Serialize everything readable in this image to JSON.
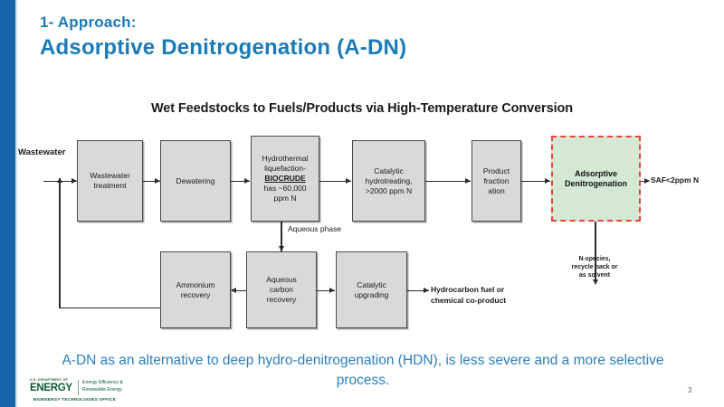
{
  "slide": {
    "title_line1": "1- Approach:",
    "title_line2": "Adsorptive Denitrogenation (A-DN)",
    "accent_color": "#1565a8",
    "title_color": "#1b7bb8",
    "number": "3"
  },
  "diagram": {
    "title": "Wet Feedstocks to Fuels/Products via High-Temperature Conversion",
    "input_label": "Wastewater",
    "boxes": [
      {
        "id": "wastewater-treatment",
        "label": "Wastewater treatment",
        "fill": "#d9d9d9"
      },
      {
        "id": "dewatering",
        "label": "Dewatering",
        "fill": "#d9d9d9"
      },
      {
        "id": "hydrothermal-liquefaction",
        "line1": "Hydrothermal",
        "line2": "liquefaction-",
        "line3": "BIOCRUDE",
        "line4": "has ~60,000",
        "line5": "ppm N",
        "fill": "#d9d9d9"
      },
      {
        "id": "catalytic-hydrotreating",
        "line1": "Catalytic",
        "line2": "hydrotreating,",
        "line3": ">2000 ppm N",
        "fill": "#d9d9d9"
      },
      {
        "id": "product-fractionation",
        "line1": "Product",
        "line2": "fraction",
        "line3": "ation",
        "fill": "#d9d9d9"
      },
      {
        "id": "adsorptive-denitrogenation",
        "line1": "Adsorptive",
        "line2": "Denitrogenation",
        "fill": "#d5e8d4",
        "border": "#e8443a"
      },
      {
        "id": "ammonium-recovery",
        "label": "Ammonium recovery",
        "fill": "#d9d9d9"
      },
      {
        "id": "aqueous-carbon-recovery",
        "line1": "Aqueous",
        "line2": "carbon",
        "line3": "recovery",
        "fill": "#d9d9d9"
      },
      {
        "id": "catalytic-upgrading",
        "line1": "Catalytic",
        "line2": "upgrading",
        "fill": "#d9d9d9"
      }
    ],
    "stream_labels": {
      "aqueous_phase": "Aqueous phase",
      "saf_output": "SAF<2ppm N",
      "hydrocarbon_output_line1": "Hydrocarbon fuel or",
      "hydrocarbon_output_line2": "chemical co-product",
      "n_species_line1": "N-species,",
      "n_species_line2": "recycle back or",
      "n_species_line3": "as solvent"
    }
  },
  "caption": {
    "line1": "A-DN as an alternative to deep hydro-denitrogenation (HDN), is less severe and a",
    "line2": "more selective process."
  },
  "logo": {
    "department": "U.S. DEPARTMENT OF",
    "energy": "ENERGY",
    "eere_line1": "Energy Efficiency &",
    "eere_line2": "Renewable Energy",
    "office": "BIOENERGY TECHNOLOGIES OFFICE"
  }
}
